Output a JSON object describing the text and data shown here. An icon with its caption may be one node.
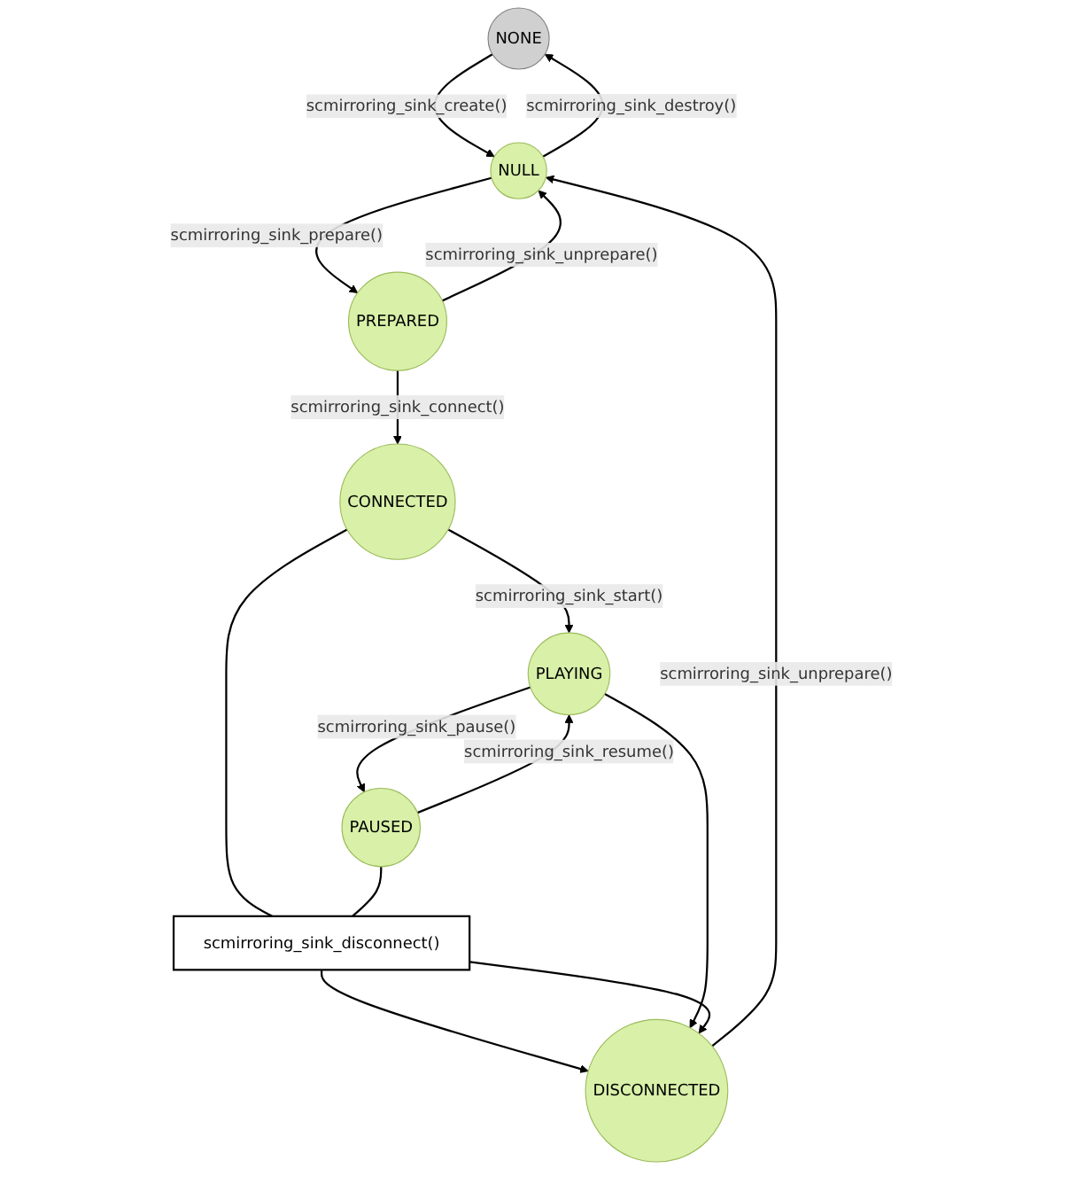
{
  "diagram": {
    "nodes": [
      {
        "text": [
          "NONE"
        ]
      },
      {
        "text": [
          "NULL"
        ]
      },
      {
        "text": [
          "PREPARED"
        ]
      },
      {
        "text": [
          "CONNECTED"
        ]
      },
      {
        "text": [
          "PLAYING"
        ]
      },
      {
        "text": [
          "PAUSED"
        ]
      },
      {
        "text": [
          "DISCONNECTED"
        ]
      },
      {
        "text": [
          "scmirroring_sink_disconnect()"
        ]
      }
    ],
    "edges": [
      {
        "from": 0,
        "to": 1,
        "arrow": "to",
        "label": "scmirroring_sink_create()"
      },
      {
        "from": 1,
        "to": 0,
        "arrow": "to",
        "label": "scmirroring_sink_destroy()"
      },
      {
        "from": 6,
        "to": 1,
        "arrow": "to",
        "label": "scmirroring_sink_unprepare()"
      },
      {
        "from": 1,
        "to": 2,
        "arrow": "to",
        "label": "scmirroring_sink_prepare()"
      },
      {
        "from": 2,
        "to": 1,
        "arrow": "to",
        "label": "scmirroring_sink_unprepare()"
      },
      {
        "from": 2,
        "to": 3,
        "arrow": "to",
        "label": "scmirroring_sink_connect()"
      },
      {
        "from": 3,
        "to": 4,
        "arrow": "to",
        "label": "scmirroring_sink_start()"
      },
      {
        "from": 4,
        "to": 5,
        "arrow": "to",
        "label": "scmirroring_sink_pause()"
      },
      {
        "from": 5,
        "to": 4,
        "arrow": "to",
        "label": "scmirroring_sink_resume()"
      },
      {
        "from": 3,
        "to": 7,
        "arrow": "none"
      },
      {
        "from": 7,
        "to": 6,
        "arrow": "to"
      },
      {
        "from": 4,
        "to": 6,
        "arrow": "to"
      },
      {
        "from": 5,
        "to": 7,
        "arrow": "none"
      },
      {
        "from": 7,
        "to": 6,
        "arrow": "to"
      }
    ]
  }
}
